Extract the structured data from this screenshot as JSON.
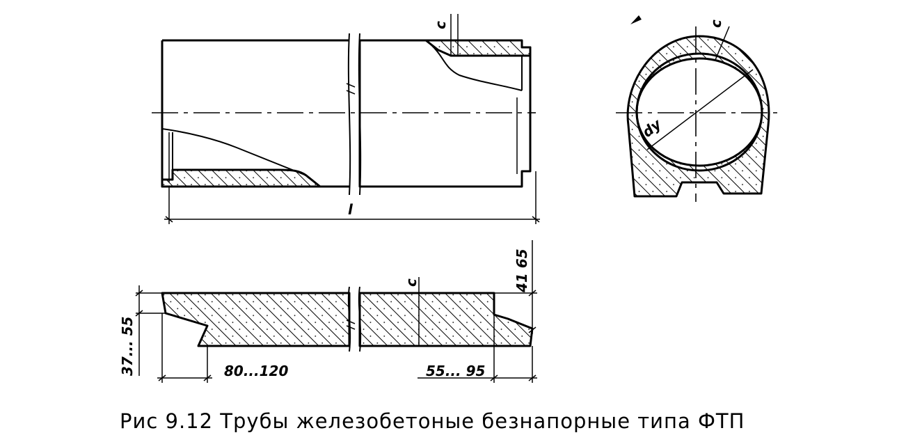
{
  "caption": "Рис 9.12 Трубы железобетоные безнапорные типа ФТП",
  "labels": {
    "length": "l",
    "wall_top": "c",
    "wall_section": "c",
    "diameter": "dy",
    "joint_wall": "c",
    "dim_41_65": "41 65",
    "dim_37_55": "37... 55",
    "dim_80_120": "80...120",
    "dim_55_95": "55... 95"
  }
}
